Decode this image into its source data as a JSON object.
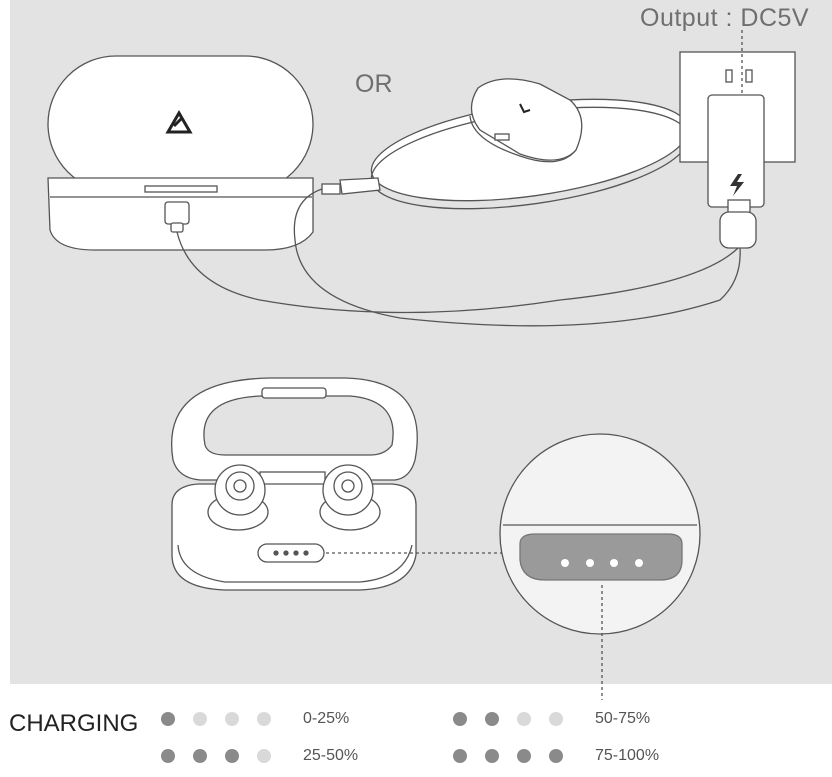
{
  "labels": {
    "output": "Output : DC5V",
    "or": "OR",
    "charging": "CHARGING"
  },
  "legend": [
    {
      "levels": [
        1,
        0,
        0,
        0
      ],
      "text": "0-25%"
    },
    {
      "levels": [
        1,
        1,
        1,
        0
      ],
      "text": "25-50%"
    },
    {
      "levels": [
        1,
        1,
        0,
        0
      ],
      "text": "50-75%"
    },
    {
      "levels": [
        1,
        1,
        1,
        1
      ],
      "text": "75-100%"
    }
  ],
  "colors": {
    "panel": "#e3e3e3",
    "line": "#555555",
    "dot_on": "#8a8a8a",
    "dot_off": "#d9d9d9"
  }
}
